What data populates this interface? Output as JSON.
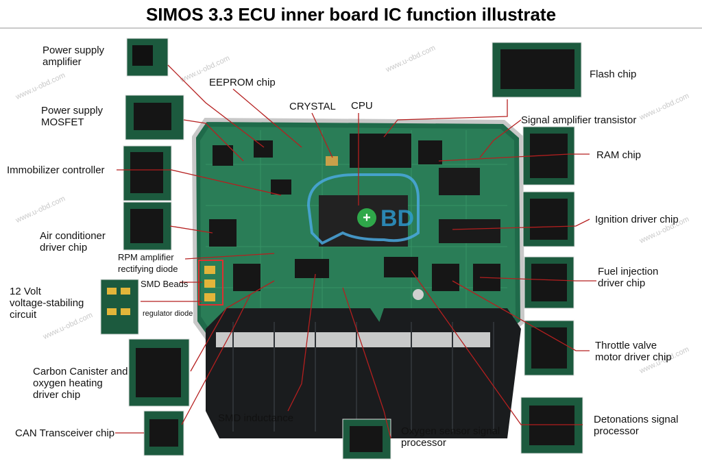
{
  "title": "SIMOS 3.3 ECU inner board IC function illustrate",
  "watermark": "www.u-obd.com",
  "logo": {
    "text": "+BD",
    "color": "#2e9fd6"
  },
  "colors": {
    "board": "#1f6a4a",
    "board_light": "#2e8a63",
    "leader": "#b51f1f",
    "connector": "#1a1c1e"
  },
  "labels": {
    "power_supply_amplifier": [
      "Power supply",
      "amplifier"
    ],
    "eeprom_chip": [
      "EEPROM chip"
    ],
    "crystal": [
      "CRYSTAL"
    ],
    "cpu": [
      "CPU"
    ],
    "flash_chip": [
      "Flash chip"
    ],
    "power_supply_mosfet": [
      "Power supply",
      "MOSFET"
    ],
    "signal_amplifier_transistor": [
      "Signal amplifier transistor"
    ],
    "immobilizer_controller": [
      "Immobilizer controller"
    ],
    "ram_chip": [
      "RAM chip"
    ],
    "air_conditioner_driver": [
      "Air conditioner",
      "driver chip"
    ],
    "ignition_driver_chip": [
      "Ignition driver chip"
    ],
    "rpm_amplifier": [
      "RPM amplifier",
      "rectifying diode"
    ],
    "smd_beads": [
      "SMD Beads"
    ],
    "twelve_volt": [
      "12 Volt",
      "voltage-stabiling",
      "circuit"
    ],
    "regulator_diode": [
      "regulator diode"
    ],
    "fuel_injection": [
      "Fuel injection",
      "driver chip"
    ],
    "carbon_canister": [
      "Carbon Canister and",
      "oxygen heating",
      "driver chip"
    ],
    "throttle_valve": [
      "Throttle valve",
      "motor driver chip"
    ],
    "smd_inductance": [
      "SMD inductance"
    ],
    "can_transceiver": [
      "CAN Transceiver chip"
    ],
    "oxygen_sensor": [
      "Oxygen sensor signal",
      "processor"
    ],
    "detonations": [
      "Detonations signal",
      "processor"
    ]
  }
}
